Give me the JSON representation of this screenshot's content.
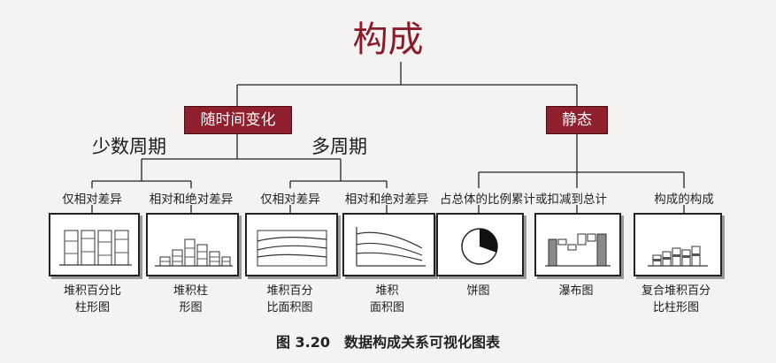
{
  "root": {
    "title": "构成"
  },
  "branches": [
    {
      "label": "随时间变化",
      "groups": [
        {
          "label": "少数周期",
          "categories": [
            {
              "label": "仅相对差异",
              "charts": [
                {
                  "label_lines": [
                    "堆积百分比",
                    "柱形图"
                  ],
                  "icon": "stacked-percent-column-icon"
                }
              ]
            },
            {
              "label": "相对和绝对差异",
              "charts": [
                {
                  "label_lines": [
                    "堆积柱",
                    "形图"
                  ],
                  "icon": "stacked-column-icon"
                }
              ]
            }
          ]
        },
        {
          "label": "多周期",
          "categories": [
            {
              "label": "仅相对差异",
              "charts": [
                {
                  "label_lines": [
                    "堆积百分",
                    "比面积图"
                  ],
                  "icon": "stacked-percent-area-icon"
                }
              ]
            },
            {
              "label": "相对和绝对差异",
              "charts": [
                {
                  "label_lines": [
                    "堆积",
                    "面积图"
                  ],
                  "icon": "stacked-area-icon"
                }
              ]
            }
          ]
        }
      ]
    },
    {
      "label": "静态",
      "categories": [
        {
          "label": "占总体的比例",
          "charts": [
            {
              "label_lines": [
                "饼图"
              ],
              "icon": "pie-chart-icon"
            }
          ]
        },
        {
          "label": "累计或扣减到总计",
          "charts": [
            {
              "label_lines": [
                "瀑布图"
              ],
              "icon": "waterfall-chart-icon"
            }
          ]
        },
        {
          "label": "构成的构成",
          "charts": [
            {
              "label_lines": [
                "复合堆积百分",
                "比柱形图"
              ],
              "icon": "compound-stacked-column-icon"
            }
          ]
        }
      ]
    }
  ],
  "caption": "图 3.20　数据构成关系可视化图表",
  "colors": {
    "accent": "#8f1f2c",
    "title": "#8b1a2b"
  }
}
